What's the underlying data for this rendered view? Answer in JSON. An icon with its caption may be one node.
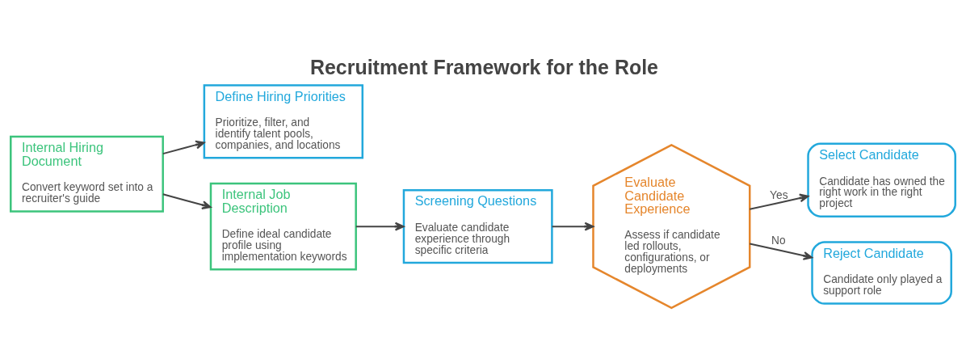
{
  "diagram": {
    "title": "Recruitment Framework for the Role",
    "nodes": [
      {
        "text": [
          "Internal Hiring Document",
          "Convert keyword set into a recruiter's guide"
        ]
      },
      {
        "text": [
          "Define Hiring Priorities",
          "Prioritize, filter, and identify talent pools, companies, and locations"
        ]
      },
      {
        "text": [
          "Internal Job Description",
          "Define ideal candidate profile using implementation keywords"
        ]
      },
      {
        "text": [
          "Screening Questions",
          "Evaluate candidate experience through specific criteria"
        ]
      },
      {
        "text": [
          "Evaluate Candidate Experience",
          "Assess if candidate led rollouts, configurations, or deployments"
        ]
      },
      {
        "text": [
          "Select Candidate",
          "Candidate has owned the right work in the right project"
        ]
      },
      {
        "text": [
          "Reject Candidate",
          "Candidate only played a support role"
        ]
      }
    ],
    "edges": [
      {
        "from": 0,
        "to": 1,
        "arrow": "to"
      },
      {
        "from": 0,
        "to": 2,
        "arrow": "to"
      },
      {
        "from": 2,
        "to": 3,
        "arrow": "to"
      },
      {
        "from": 3,
        "to": 4,
        "arrow": "to"
      },
      {
        "from": 4,
        "to": 5,
        "arrow": "to",
        "label": "Yes"
      },
      {
        "from": 4,
        "to": 6,
        "arrow": "to",
        "label": "No"
      }
    ]
  }
}
